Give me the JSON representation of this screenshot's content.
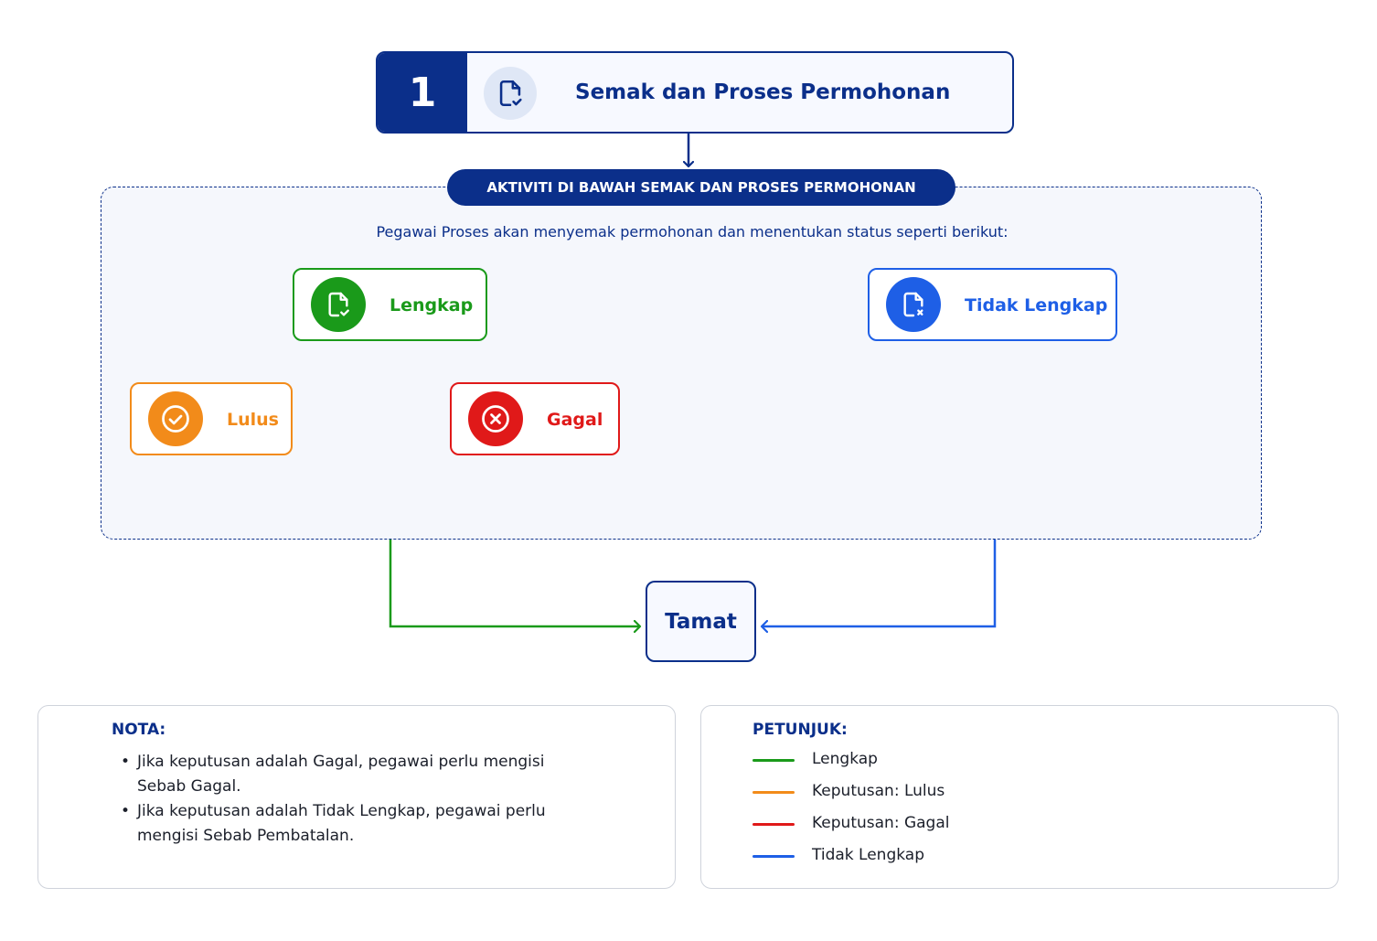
{
  "step": {
    "number": "1",
    "title": "Semak dan Proses Permohonan",
    "icon": "file-check-icon"
  },
  "panel": {
    "badge": "AKTIVITI DI BAWAH SEMAK DAN PROSES PERMOHONAN",
    "description": "Pegawai Proses akan menyemak permohonan dan menentukan status seperti berikut:"
  },
  "nodes": {
    "lengkap": {
      "label": "Lengkap",
      "icon": "file-check-icon",
      "color": "#1a9a1a"
    },
    "tidak_lengkap": {
      "label": "Tidak Lengkap",
      "icon": "file-x-icon",
      "color": "#1e5fe6"
    },
    "lulus": {
      "label": "Lulus",
      "icon": "check-circle-icon",
      "color": "#f28b1a"
    },
    "gagal": {
      "label": "Gagal",
      "icon": "x-circle-icon",
      "color": "#e01919"
    },
    "tamat": {
      "label": "Tamat"
    }
  },
  "nota": {
    "title": "NOTA:",
    "items": [
      "Jika keputusan adalah Gagal, pegawai perlu mengisi Sebab Gagal.",
      "Jika keputusan adalah Tidak Lengkap, pegawai perlu mengisi Sebab Pembatalan."
    ]
  },
  "petunjuk": {
    "title": "PETUNJUK:",
    "items": [
      {
        "label": "Lengkap",
        "color": "#1a9a1a"
      },
      {
        "label": "Keputusan: Lulus",
        "color": "#f28b1a"
      },
      {
        "label": "Keputusan: Gagal",
        "color": "#e01919"
      },
      {
        "label": "Tidak Lengkap",
        "color": "#1e5fe6"
      }
    ]
  },
  "colors": {
    "primary": "#0b2f8a",
    "green": "#1a9a1a",
    "orange": "#f28b1a",
    "red": "#e01919",
    "blue": "#1e5fe6"
  }
}
